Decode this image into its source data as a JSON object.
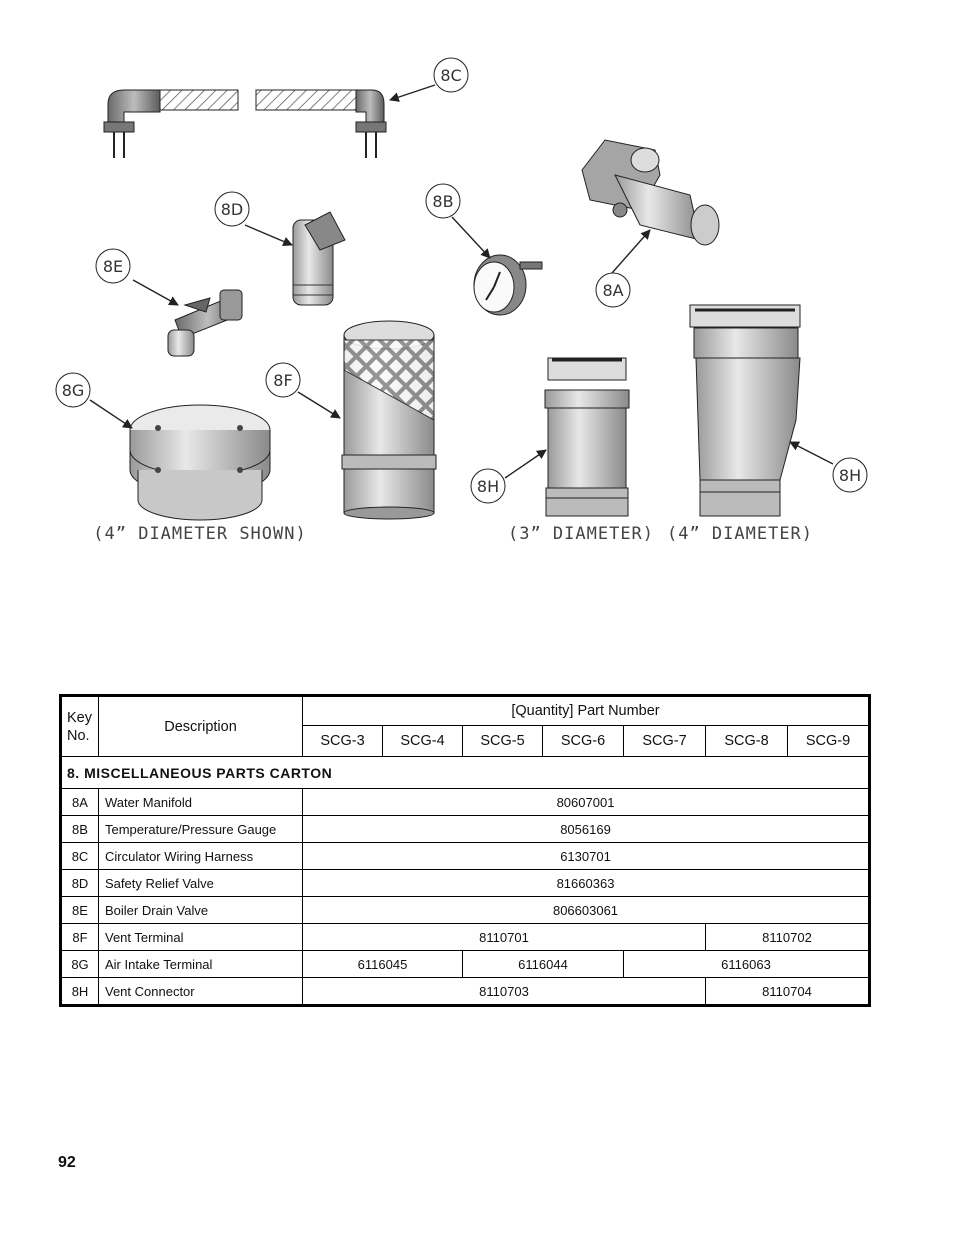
{
  "figure": {
    "callouts": [
      "8A",
      "8B",
      "8C",
      "8D",
      "8E",
      "8F",
      "8G",
      "8H",
      "8H"
    ],
    "captions": [
      "(4” DIAMETER SHOWN)",
      "(3” DIAMETER)",
      "(4” DIAMETER)"
    ]
  },
  "table": {
    "key_header": "Key No.",
    "desc_header": "Description",
    "qty_header": "[Quantity] Part Number",
    "models": [
      "SCG-3",
      "SCG-4",
      "SCG-5",
      "SCG-6",
      "SCG-7",
      "SCG-8",
      "SCG-9"
    ],
    "section_title": "8.  MISCELLANEOUS  PARTS  CARTON",
    "rows": [
      {
        "key": "8A",
        "desc": "Water Manifold",
        "parts": [
          "80607001"
        ]
      },
      {
        "key": "8B",
        "desc": "Temperature/Pressure Gauge",
        "parts": [
          "8056169"
        ]
      },
      {
        "key": "8C",
        "desc": "Circulator Wiring Harness",
        "parts": [
          "6130701"
        ]
      },
      {
        "key": "8D",
        "desc": "Safety Relief Valve",
        "parts": [
          "81660363"
        ]
      },
      {
        "key": "8E",
        "desc": "Boiler Drain Valve",
        "parts": [
          "806603061"
        ]
      },
      {
        "key": "8F",
        "desc": "Vent Terminal",
        "parts": [
          "8110701",
          "8110702"
        ]
      },
      {
        "key": "8G",
        "desc": "Air Intake Terminal",
        "parts": [
          "6116045",
          "6116044",
          "6116063"
        ]
      },
      {
        "key": "8H",
        "desc": "Vent Connector",
        "parts": [
          "8110703",
          "8110704"
        ]
      }
    ]
  },
  "page_number": "92"
}
